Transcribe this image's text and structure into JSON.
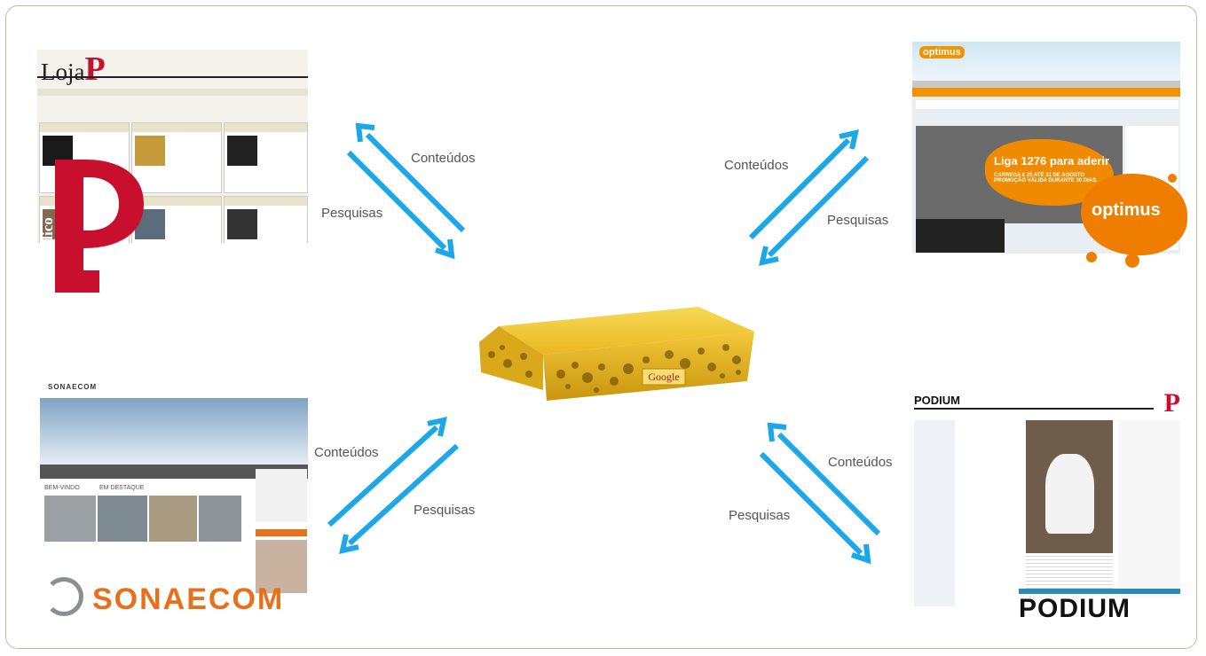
{
  "arrow_color": "#1ba7e8",
  "labels": {
    "content": "Conteúdos",
    "search": "Pesquisas"
  },
  "sites": {
    "loja": {
      "logo_text": "Loja",
      "logo_mark": "P",
      "brand_vertical": "Público"
    },
    "optimus": {
      "brand": "optimus",
      "promo": "Liga 1276 para aderir",
      "promo_sub": "CARREGA € 25 ATÉ 31 DE AGOSTO PROMOÇÃO VÁLIDA DURANTE 30 DIAS.",
      "logo": "optimus"
    },
    "sonaecom": {
      "brand_small": "SONAECOM",
      "section_welcome": "BEM-VINDO",
      "section_highlight": "EM DESTAQUE",
      "logo": "SONAECOM"
    },
    "podium": {
      "brand_small": "PODIUM",
      "logo": "PODIUM"
    }
  },
  "appliance": {
    "label": "Google"
  }
}
